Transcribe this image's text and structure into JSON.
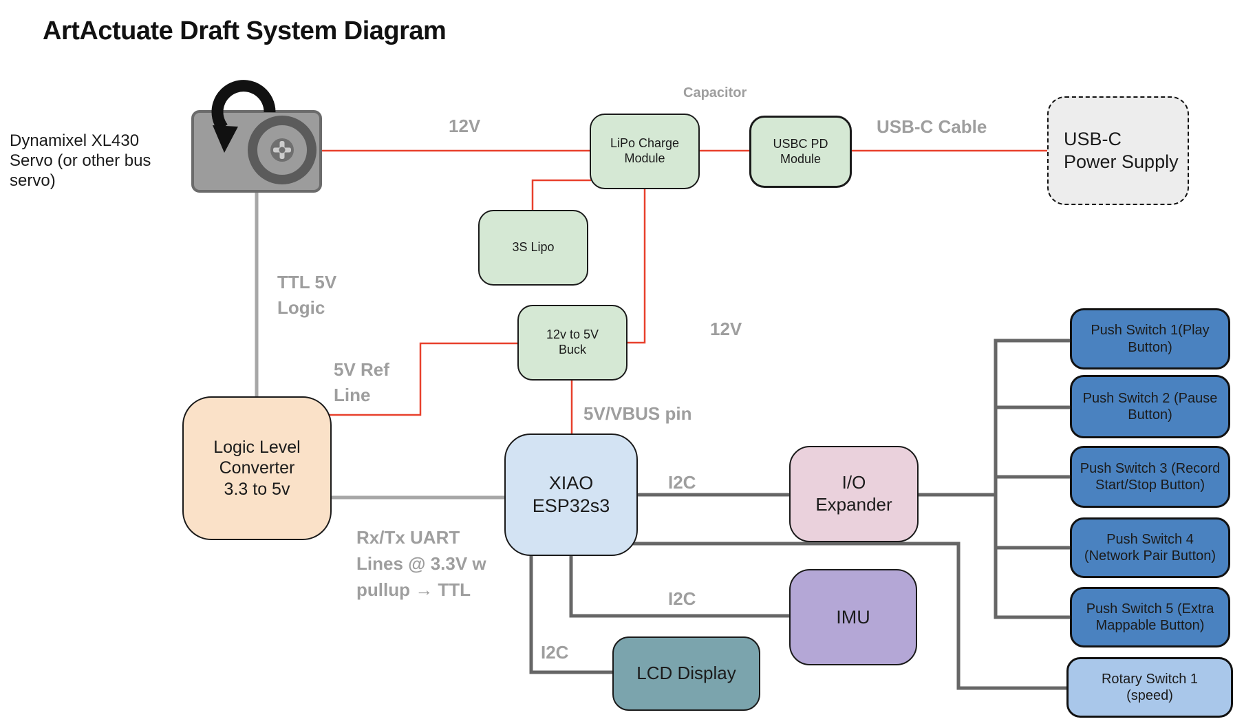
{
  "title": "ArtActuate Draft System Diagram",
  "palette": {
    "wire_power_red": "#e8402c",
    "wire_signal_dark_gray": "#666666",
    "wire_signal_light_gray": "#a7a7a7",
    "edge_label_gray": "#9e9e9e",
    "module_green": "#d5e8d4",
    "converter_peach": "#fae1c8",
    "mcu_light_blue": "#d3e3f3",
    "expander_pink": "#ead1dc",
    "imu_purple": "#b4a7d6",
    "lcd_teal": "#7ba4ad",
    "push_button_blue": "#4a82c0",
    "rotary_light_blue": "#a9c7ea",
    "supply_gray": "#ededed"
  },
  "nodes": {
    "servo_caption": "Dynamixel XL430 Servo (or other bus servo)",
    "lipo_charge": "LiPo Charge Module",
    "usbc_pd": "USBC PD Module",
    "usb_c_power_supply": "USB-C Power Supply",
    "lipo_3s": "3S Lipo",
    "buck": "12v to 5V Buck",
    "logic_level_converter": "Logic Level Converter 3.3 to 5v",
    "xiao": "XIAO ESP32s3",
    "io_expander": "I/O Expander",
    "imu": "IMU",
    "lcd": "LCD Display",
    "push_switch_1": "Push Switch 1(Play Button)",
    "push_switch_2": "Push Switch 2 (Pause Button)",
    "push_switch_3": "Push Switch 3 (Record Start/Stop Button)",
    "push_switch_4": "Push Switch 4 (Network Pair Button)",
    "push_switch_5": "Push Switch 5 (Extra Mappable Button)",
    "rotary_switch_1": "Rotary Switch 1 (speed)"
  },
  "labels": {
    "v12_top": "12V",
    "capacitor": "Capacitor",
    "usb_c_cable": "USB-C Cable",
    "ttl_5v_logic": "TTL 5V Logic",
    "ref_5v_line": "5V Ref Line",
    "v12_mid": "12V",
    "vbus_pin": "5V/VBUS pin",
    "i2c_expander": "I2C",
    "i2c_imu": "I2C",
    "i2c_lcd": "I2C",
    "uart": "Rx/Tx UART Lines @ 3.3V w pullup → TTL"
  }
}
